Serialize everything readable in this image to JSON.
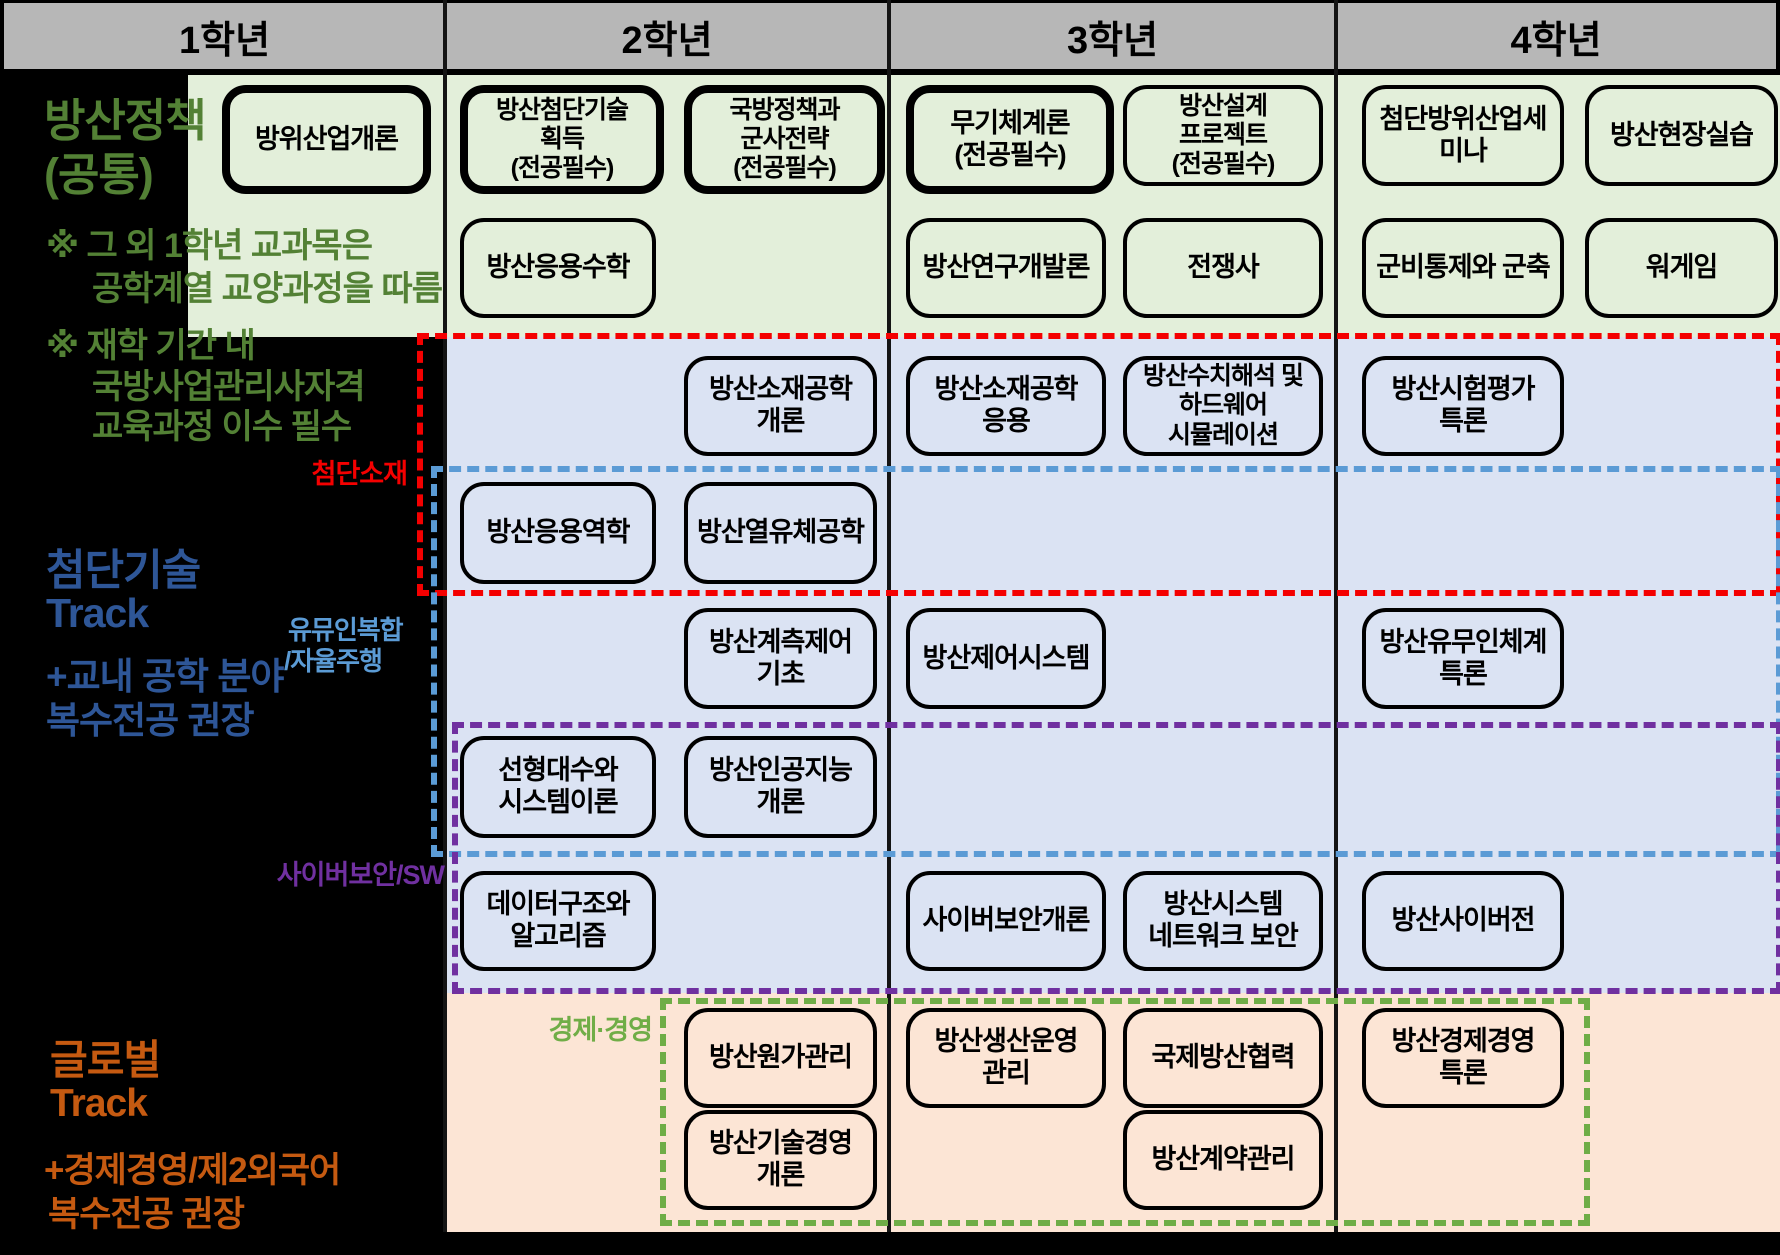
{
  "header": {
    "columns": [
      "1학년",
      "2학년",
      "3학년",
      "4학년"
    ]
  },
  "colors": {
    "background": "#000000",
    "header_bg": "#b7b7b7",
    "policy_bg": "#e3efda",
    "tech_bg": "#dbe3f3",
    "global_bg": "#fce5d5",
    "red_dash": "#f40000",
    "blue_dash": "#5b9bd5",
    "purple_dash": "#7030a0",
    "green_dash": "#6fad47",
    "policy_label": "#538135",
    "tech_label": "#2e5697",
    "global_label": "#c55a11",
    "econ_label": "#70ad47",
    "materials_label": "#f40000",
    "unmanned_label": "#5b9bd5",
    "cyber_label": "#7030a0"
  },
  "left_labels": {
    "policy_title": {
      "lines": [
        "방산정책",
        "(공통)"
      ]
    },
    "note_first_year": {
      "lines": [
        "※ 그 외 1학년 교과목은",
        "공학계열 교양과정을 따름"
      ]
    },
    "note_certificate": {
      "lines": [
        "※ 재학 기간 내",
        "국방사업관리사자격",
        "교육과정 이수 필수"
      ]
    },
    "tech_title": {
      "lines": [
        "첨단기술",
        "Track"
      ]
    },
    "tech_subtitle": {
      "lines": [
        "+교내 공학 분야",
        "복수전공 권장"
      ]
    },
    "global_title": {
      "lines": [
        "글로벌",
        "Track"
      ]
    },
    "global_subtitle": {
      "lines": [
        "+경제경영/제2외국어",
        "복수전공 권장"
      ]
    }
  },
  "track_tags": {
    "materials": "첨단소재",
    "unmanned_lines": [
      "유뮤인복합",
      "/자율주행"
    ],
    "cyber": "사이버보안/SW",
    "econ": "경제·경영"
  },
  "courses": [
    {
      "name": "방위산업개론",
      "lines": [
        "방위산업개론"
      ],
      "section": "policy",
      "row": 0,
      "year": 1,
      "slot": "single",
      "emphasis": true
    },
    {
      "name": "방산첨단기술 획득 (전공필수)",
      "lines": [
        "방산첨단기술",
        "획득",
        "(전공필수)"
      ],
      "section": "policy",
      "row": 0,
      "year": 2,
      "slot": "left",
      "emphasis": true
    },
    {
      "name": "국방정책과 군사전략 (전공필수)",
      "lines": [
        "국방정책과",
        "군사전략",
        "(전공필수)"
      ],
      "section": "policy",
      "row": 0,
      "year": 2,
      "slot": "right",
      "emphasis": true
    },
    {
      "name": "무기체계론 (전공필수)",
      "lines": [
        "무기체계론",
        "(전공필수)"
      ],
      "section": "policy",
      "row": 0,
      "year": 3,
      "slot": "left",
      "emphasis": true
    },
    {
      "name": "방산설계 프로젝트 (전공필수)",
      "lines": [
        "방산설계",
        "프로젝트",
        "(전공필수)"
      ],
      "section": "policy",
      "row": 0,
      "year": 3,
      "slot": "right",
      "emphasis": false
    },
    {
      "name": "첨단방위산업세미나",
      "lines": [
        "첨단방위산업세",
        "미나"
      ],
      "section": "policy",
      "row": 0,
      "year": 4,
      "slot": "left",
      "emphasis": false
    },
    {
      "name": "방산현장실습",
      "lines": [
        "방산현장실습"
      ],
      "section": "policy",
      "row": 0,
      "year": 4,
      "slot": "right",
      "emphasis": false
    },
    {
      "name": "방산응용수학",
      "lines": [
        "방산응용수학"
      ],
      "section": "policy",
      "row": 1,
      "year": 2,
      "slot": "left",
      "emphasis": false
    },
    {
      "name": "방산연구개발론",
      "lines": [
        "방산연구개발론"
      ],
      "section": "policy",
      "row": 1,
      "year": 3,
      "slot": "left",
      "emphasis": false
    },
    {
      "name": "전쟁사",
      "lines": [
        "전쟁사"
      ],
      "section": "policy",
      "row": 1,
      "year": 3,
      "slot": "right",
      "emphasis": false
    },
    {
      "name": "군비통제와 군축",
      "lines": [
        "군비통제와 군축"
      ],
      "section": "policy",
      "row": 1,
      "year": 4,
      "slot": "left",
      "emphasis": false
    },
    {
      "name": "워게임",
      "lines": [
        "워게임"
      ],
      "section": "policy",
      "row": 1,
      "year": 4,
      "slot": "right",
      "emphasis": false
    },
    {
      "name": "방산소재공학 개론",
      "lines": [
        "방산소재공학",
        "개론"
      ],
      "section": "tech",
      "row": 0,
      "year": 2,
      "slot": "right",
      "emphasis": false
    },
    {
      "name": "방산소재공학 응용",
      "lines": [
        "방산소재공학",
        "응용"
      ],
      "section": "tech",
      "row": 0,
      "year": 3,
      "slot": "left",
      "emphasis": false
    },
    {
      "name": "방산수치해석 및 하드웨어 시뮬레이션",
      "lines": [
        "방산수치해석 및",
        "하드웨어",
        "시뮬레이션"
      ],
      "section": "tech",
      "row": 0,
      "year": 3,
      "slot": "right",
      "emphasis": false
    },
    {
      "name": "방산시험평가 특론",
      "lines": [
        "방산시험평가",
        "특론"
      ],
      "section": "tech",
      "row": 0,
      "year": 4,
      "slot": "left",
      "emphasis": false
    },
    {
      "name": "방산응용역학",
      "lines": [
        "방산응용역학"
      ],
      "section": "tech",
      "row": 1,
      "year": 2,
      "slot": "left",
      "emphasis": false
    },
    {
      "name": "방산열유체공학",
      "lines": [
        "방산열유체공학"
      ],
      "section": "tech",
      "row": 1,
      "year": 2,
      "slot": "right",
      "emphasis": false
    },
    {
      "name": "방산계측제어 기초",
      "lines": [
        "방산계측제어",
        "기초"
      ],
      "section": "tech",
      "row": 2,
      "year": 2,
      "slot": "right",
      "emphasis": false
    },
    {
      "name": "방산제어시스템",
      "lines": [
        "방산제어시스템"
      ],
      "section": "tech",
      "row": 2,
      "year": 3,
      "slot": "left",
      "emphasis": false
    },
    {
      "name": "방산유무인체계 특론",
      "lines": [
        "방산유무인체계",
        "특론"
      ],
      "section": "tech",
      "row": 2,
      "year": 4,
      "slot": "left",
      "emphasis": false
    },
    {
      "name": "선형대수와 시스템이론",
      "lines": [
        "선형대수와",
        "시스템이론"
      ],
      "section": "tech",
      "row": 3,
      "year": 2,
      "slot": "left",
      "emphasis": false
    },
    {
      "name": "방산인공지능 개론",
      "lines": [
        "방산인공지능",
        "개론"
      ],
      "section": "tech",
      "row": 3,
      "year": 2,
      "slot": "right",
      "emphasis": false
    },
    {
      "name": "데이터구조와 알고리즘",
      "lines": [
        "데이터구조와",
        "알고리즘"
      ],
      "section": "tech",
      "row": 4,
      "year": 2,
      "slot": "left",
      "emphasis": false
    },
    {
      "name": "사이버보안개론",
      "lines": [
        "사이버보안개론"
      ],
      "section": "tech",
      "row": 4,
      "year": 3,
      "slot": "left",
      "emphasis": false
    },
    {
      "name": "방산시스템 네트워크 보안",
      "lines": [
        "방산시스템",
        "네트워크 보안"
      ],
      "section": "tech",
      "row": 4,
      "year": 3,
      "slot": "right",
      "emphasis": false
    },
    {
      "name": "방산사이버전",
      "lines": [
        "방산사이버전"
      ],
      "section": "tech",
      "row": 4,
      "year": 4,
      "slot": "left",
      "emphasis": false
    },
    {
      "name": "방산원가관리",
      "lines": [
        "방산원가관리"
      ],
      "section": "global",
      "row": 0,
      "year": 2,
      "slot": "right",
      "emphasis": false
    },
    {
      "name": "방산생산운영 관리",
      "lines": [
        "방산생산운영",
        "관리"
      ],
      "section": "global",
      "row": 0,
      "year": 3,
      "slot": "left",
      "emphasis": false
    },
    {
      "name": "국제방산협력",
      "lines": [
        "국제방산협력"
      ],
      "section": "global",
      "row": 0,
      "year": 3,
      "slot": "right",
      "emphasis": false
    },
    {
      "name": "방산경제경영 특론",
      "lines": [
        "방산경제경영",
        "특론"
      ],
      "section": "global",
      "row": 0,
      "year": 4,
      "slot": "left",
      "emphasis": false
    },
    {
      "name": "방산기술경영 개론",
      "lines": [
        "방산기술경영",
        "개론"
      ],
      "section": "global",
      "row": 1,
      "year": 2,
      "slot": "right",
      "emphasis": false
    },
    {
      "name": "방산계약관리",
      "lines": [
        "방산계약관리"
      ],
      "section": "global",
      "row": 1,
      "year": 3,
      "slot": "right",
      "emphasis": false
    }
  ]
}
